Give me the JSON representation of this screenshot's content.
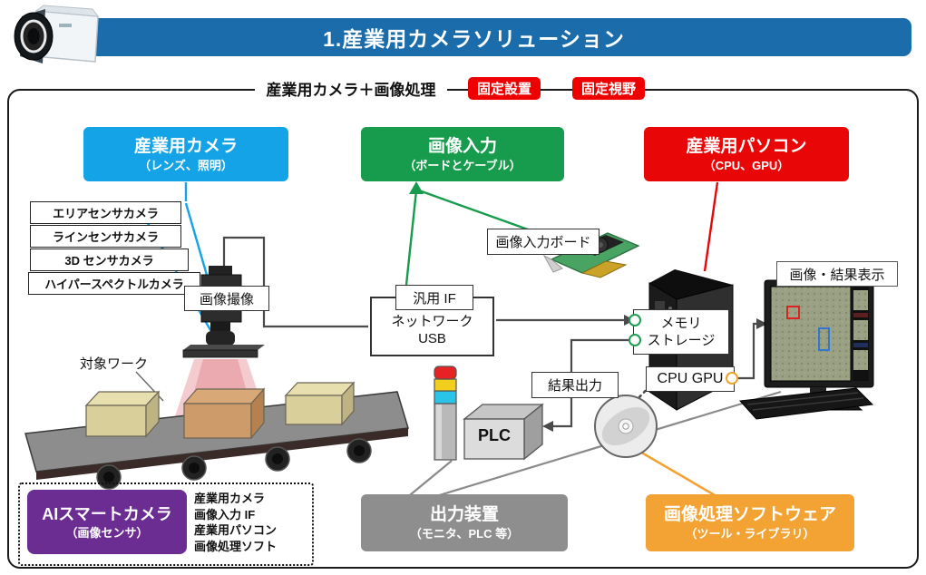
{
  "header": {
    "title": "1.産業用カメラソリューション"
  },
  "section": {
    "title": "産業用カメラ＋画像処理",
    "badges": [
      {
        "label": "固定設置"
      },
      {
        "label": "固定視野"
      }
    ]
  },
  "component_boxes": {
    "camera": {
      "title": "産業用カメラ",
      "subtitle": "（レンズ、照明）",
      "color": "#14a3e6"
    },
    "input": {
      "title": "画像入力",
      "subtitle": "（ボードとケーブル）",
      "color": "#169c4c"
    },
    "pc": {
      "title": "産業用パソコン",
      "subtitle": "（CPU、GPU）",
      "color": "#e90606"
    }
  },
  "camera_types": [
    "エリアセンサカメラ",
    "ラインセンサカメラ",
    "3D センサカメラ",
    "ハイパースペクトルカメラ"
  ],
  "labels": {
    "capture": "画像撮像",
    "target_work": "対象ワーク",
    "generic_if": "汎用 IF",
    "network_line1": "ネットワーク",
    "network_line2": "USB",
    "input_board": "画像入力ボード",
    "memory_line1": "メモリ",
    "memory_line2": "ストレージ",
    "cpu_gpu": "CPU GPU",
    "result_display": "画像・結果表示",
    "result_output": "結果出力",
    "plc": "PLC"
  },
  "bottom": {
    "ai_camera": {
      "title": "AIスマートカメラ",
      "subtitle": "（画像センサ）",
      "color": "#6b2d91",
      "includes": [
        "産業用カメラ",
        "画像入力 IF",
        "産業用パソコン",
        "画像処理ソフト"
      ]
    },
    "output_device": {
      "title": "出力装置",
      "subtitle": "（モニタ、PLC 等）",
      "color": "#8e8e8e"
    },
    "software": {
      "title": "画像処理ソフトウェア",
      "subtitle": "（ツール・ライブラリ）",
      "color": "#f2a333"
    }
  },
  "colors": {
    "header_bar": "#1b6cab",
    "badge_red": "#ee0000",
    "connector_dark": "#4a4a4a",
    "connector_gray": "#8a8a8a",
    "line_blue": "#14a3e6",
    "line_green": "#169c4c",
    "line_red": "#e90606",
    "line_orange": "#f2a333",
    "port_green": "#1e9e50",
    "port_orange": "#f0a32c"
  }
}
